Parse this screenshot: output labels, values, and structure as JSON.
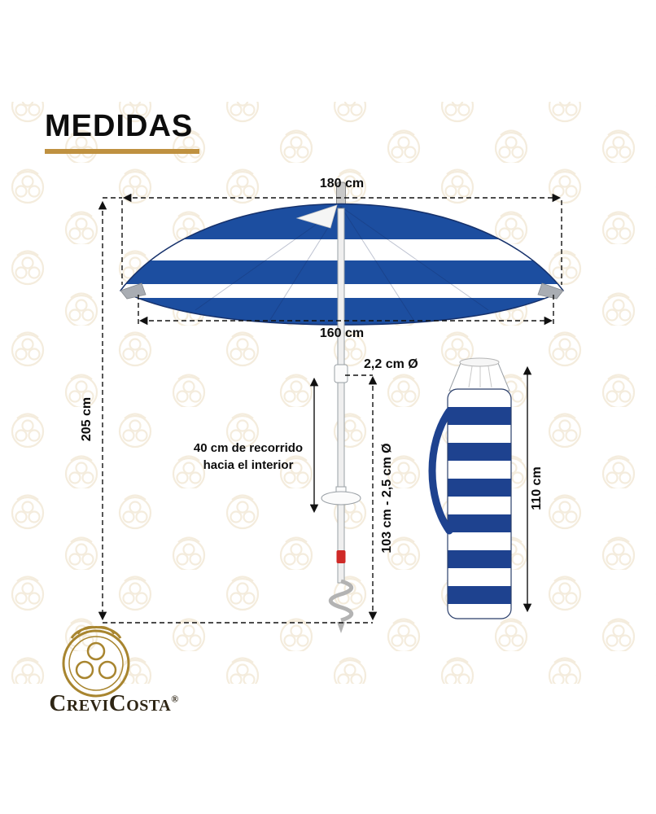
{
  "title": "MEDIDAS",
  "brand": {
    "name": "CreviCosta",
    "registered": "®"
  },
  "dimensions": {
    "top_width": "180 cm",
    "bottom_span": "160 cm",
    "total_height": "205 cm",
    "pole_diameter": "2,2 cm Ø",
    "travel_line1": "40 cm de recorrido",
    "travel_line2": "hacia el interior",
    "lower_pole": "103 cm - 2,5 cm Ø",
    "bag_height": "110 cm"
  },
  "colors": {
    "accent_gold": "#bf9140",
    "umbrella_blue": "#1c4ea0",
    "bag_navy": "#1e428f",
    "logo_gold": "#a8852f",
    "watermark_tan": "#ece0c6",
    "button_red": "#cf2a27"
  },
  "icons": {
    "watermark_motif": "crevicosta-emblem",
    "logo_emblem": "crevicosta-emblem"
  }
}
